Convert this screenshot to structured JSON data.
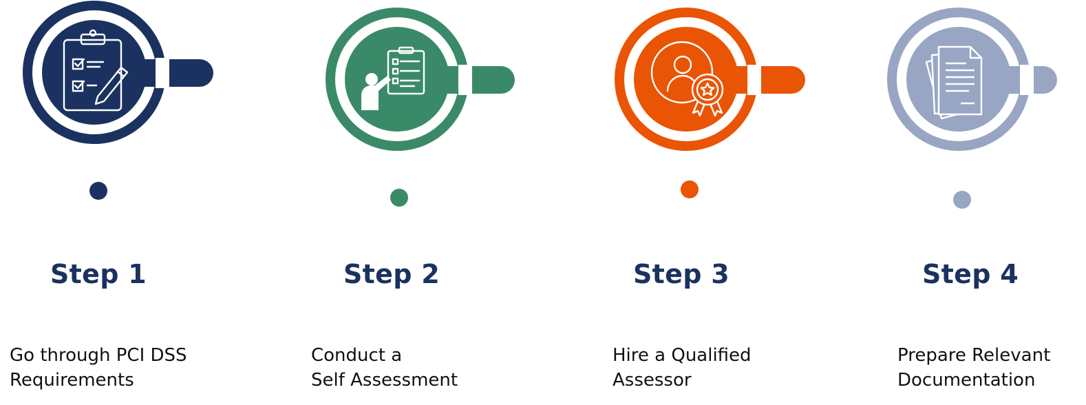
{
  "colors": {
    "step1": "#1b3260",
    "step2": "#3a8a6a",
    "step3": "#ea5405",
    "step4": "#98a6c4",
    "title_text": "#1b3260",
    "desc_text": "#111111"
  },
  "steps": [
    {
      "title": "Step 1",
      "desc_line1": "Go through PCI DSS",
      "desc_line2": "Requirements",
      "icon": "clipboard-checklist-icon"
    },
    {
      "title": "Step 2",
      "desc_line1": "Conduct a",
      "desc_line2": "Self Assessment",
      "icon": "person-presenting-checklist-icon"
    },
    {
      "title": "Step 3",
      "desc_line1": "Hire a Qualified",
      "desc_line2": "Assessor",
      "icon": "certified-person-icon"
    },
    {
      "title": "Step 4",
      "desc_line1": "Prepare Relevant",
      "desc_line2": "Documentation",
      "icon": "documents-icon"
    }
  ]
}
